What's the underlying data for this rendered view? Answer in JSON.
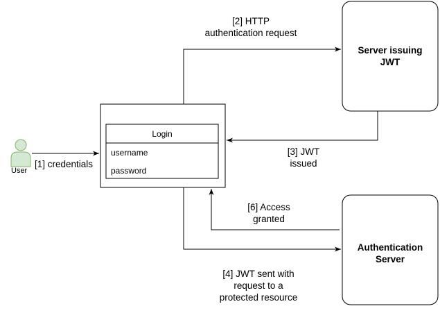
{
  "user": {
    "label": "User"
  },
  "login_box": {
    "title": "Login",
    "fields": [
      "username",
      "password"
    ]
  },
  "server_jwt": {
    "title_line1": "Server issuing",
    "title_line2": "JWT"
  },
  "auth_server": {
    "title_line1": "Authentication",
    "title_line2": "Server"
  },
  "edges": {
    "step1": {
      "line1": "[1] credentials"
    },
    "step2": {
      "line1": "[2] HTTP",
      "line2": "authentication request"
    },
    "step3": {
      "line1": "[3] JWT",
      "line2": "issued"
    },
    "step4": {
      "line1": "[4] JWT sent with",
      "line2": "request to a",
      "line3": "protected resource"
    },
    "step6": {
      "line1": "[6] Access",
      "line2": "granted"
    }
  },
  "colors": {
    "user_fill": "#d5e8d4",
    "user_stroke": "#82b366",
    "line": "#000000"
  }
}
